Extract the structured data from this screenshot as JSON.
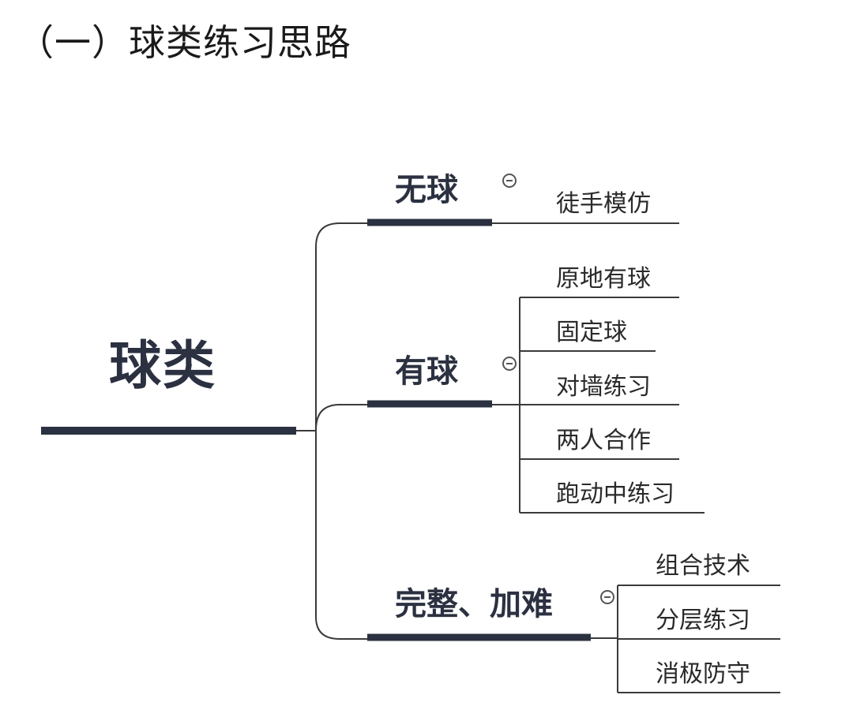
{
  "title": "（一）球类练习思路",
  "root": "球类",
  "branches": [
    {
      "label": "无球",
      "children": [
        "徒手模仿"
      ]
    },
    {
      "label": "有球",
      "children": [
        "原地有球",
        "固定球",
        "对墙练习",
        "两人合作",
        "跑动中练习"
      ]
    },
    {
      "label": "完整、加难",
      "children": [
        "组合技术",
        "分层练习",
        "消极防守"
      ]
    }
  ],
  "colors": {
    "line": "#2b3140",
    "thin_line": "#3a3a3a"
  }
}
